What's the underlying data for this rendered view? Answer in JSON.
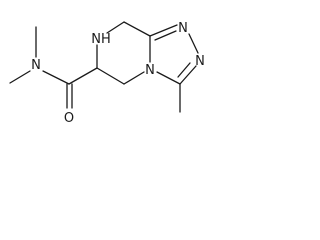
{
  "molecule": {
    "atoms": {
      "n_amide": "N",
      "o_carbonyl": "O",
      "nh_ring": "NH",
      "n_bridge": "N",
      "n_triazole_1": "N",
      "n_triazole_2": "N"
    }
  }
}
